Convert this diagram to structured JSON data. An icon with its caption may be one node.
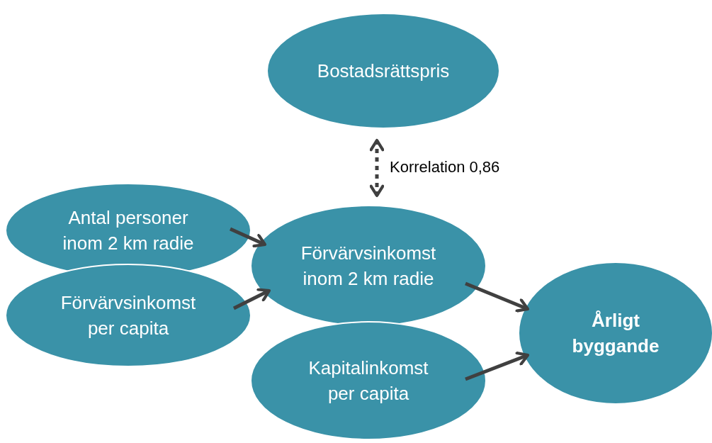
{
  "diagram": {
    "nodes": [
      {
        "text": [
          "Bostadsrättspris"
        ]
      },
      {
        "text": [
          "Antal personer inom 2 km radie"
        ]
      },
      {
        "text": [
          "Förvärvsinkomst per capita"
        ]
      },
      {
        "text": [
          "Förvärvsinkomst inom 2 km radie"
        ]
      },
      {
        "text": [
          "Kapitalinkomst per capita"
        ]
      },
      {
        "text": [
          "Årligt byggande"
        ]
      }
    ],
    "edges": [
      {
        "from": 0,
        "to": 3,
        "arrow": "both",
        "style": "dashed",
        "label": "Korrelation 0,86"
      },
      {
        "from": 1,
        "to": 3,
        "arrow": "to"
      },
      {
        "from": 2,
        "to": 3,
        "arrow": "to"
      },
      {
        "from": 3,
        "to": 5,
        "arrow": "to"
      },
      {
        "from": 4,
        "to": 5,
        "arrow": "to"
      }
    ]
  }
}
